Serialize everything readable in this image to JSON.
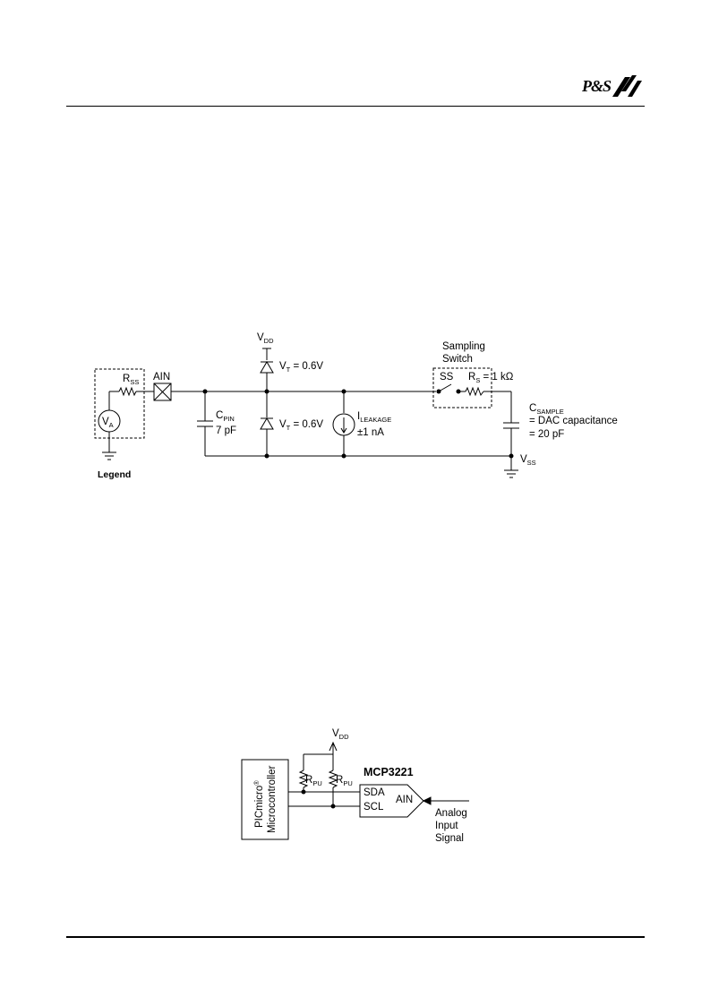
{
  "header": {
    "logo_text": "P&S"
  },
  "circuit": {
    "vdd": {
      "main": "V",
      "sub": "DD"
    },
    "vt_top": {
      "pre": "V",
      "sub": "T",
      "post": " = 0.6V"
    },
    "vt_bottom": {
      "pre": "V",
      "sub": "T",
      "post": " = 0.6V"
    },
    "sampling_line1": "Sampling",
    "sampling_line2": "Switch",
    "ss_label": "SS",
    "rs": {
      "pre": "R",
      "sub": "S",
      "post": " = 1 kΩ"
    },
    "rss": {
      "main": "R",
      "sub": "SS"
    },
    "ain_label": "AIN",
    "va": {
      "main": "V",
      "sub": "A"
    },
    "cpin": {
      "main": "C",
      "sub": "PIN"
    },
    "cpin_value": "7 pF",
    "ileakage": {
      "main": "I",
      "sub": "LEAKAGE"
    },
    "ileakage_value": "±1 nA",
    "csample": {
      "main": "C",
      "sub": "SAMPLE"
    },
    "csample_line2": "= DAC capacitance",
    "csample_line3": "= 20 pF",
    "vss": {
      "main": "V",
      "sub": "SS"
    },
    "legend_label": "Legend"
  },
  "application": {
    "vdd": {
      "main": "V",
      "sub": "DD"
    },
    "mcu_name": "PICmicro",
    "mcu_reg": "®",
    "mcu_line2": "Microcontroller",
    "rpu1": {
      "main": "R",
      "sub": "PU"
    },
    "rpu2": {
      "main": "R",
      "sub": "PU"
    },
    "chip_name": "MCP3221",
    "sda": "SDA",
    "scl": "SCL",
    "ain": "AIN",
    "signal_line1": "Analog",
    "signal_line2": "Input",
    "signal_line3": "Signal"
  }
}
